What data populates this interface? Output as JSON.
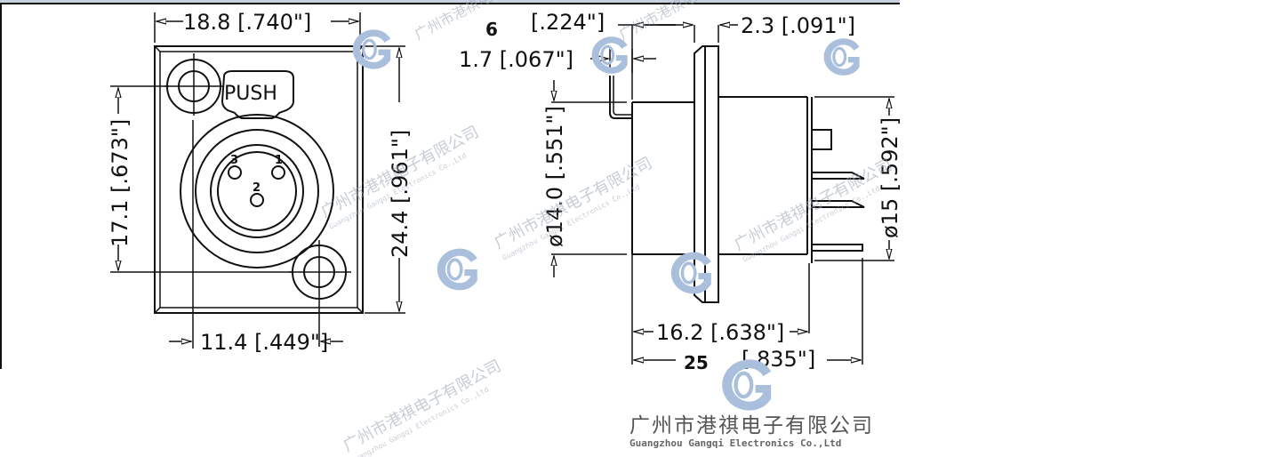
{
  "drawing": {
    "front_view": {
      "push_label": "PUSH",
      "pin_labels": [
        "3",
        "1",
        "2"
      ],
      "dims": {
        "width": "18.8 [.740\"]",
        "height": "24.4 [.961\"]",
        "hole_vertical": "17.1 [.673\"]",
        "hole_horizontal": "11.4 [.449\"]"
      }
    },
    "side_view": {
      "dims": {
        "pin_offset_value": "6",
        "pin_offset_inch": "[.224\"]",
        "flange_thickness": "2.3 [.091\"]",
        "pin_width": "1.7 [.067\"]",
        "front_diameter": "ø14.0 [.551\"]",
        "rear_diameter": "ø15 [.592\"]",
        "body_length": "16.2 [.638\"]",
        "total_length_value": "25",
        "total_length_inch": "[.835\"]"
      }
    },
    "colors": {
      "line": "#111111",
      "watermark_blue": "#a9bfdc",
      "top_strip": "#c8d3df"
    }
  },
  "watermark": {
    "company_cn": "广州市港祺电子有限公司",
    "company_en": "Guangzhou Gangqi Electronics Co.,Ltd",
    "logo_icon": "gq-logo-icon"
  }
}
